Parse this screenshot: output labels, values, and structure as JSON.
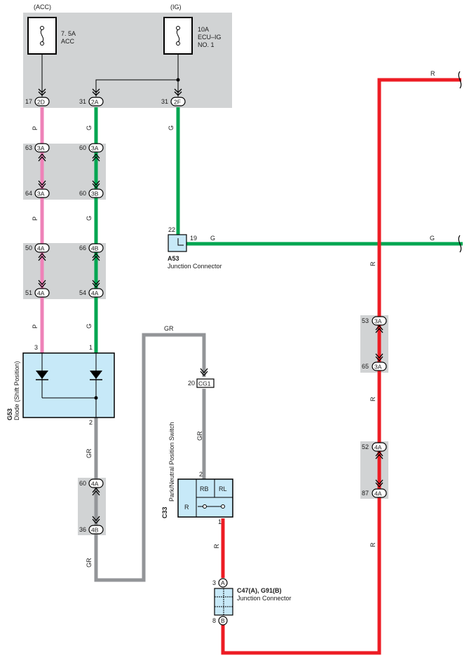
{
  "colors": {
    "wire_P": "#ee82b8",
    "wire_G": "#00a651",
    "wire_GR": "#939598",
    "wire_R": "#ed1c24",
    "gray_panel": "#d1d3d4",
    "component_fill": "#c7e9f8"
  },
  "fuse_box": {
    "acc_label": "(ACC)",
    "ig_label": "(IG)",
    "fuse_acc": {
      "rating": "7. 5A",
      "name": "ACC"
    },
    "fuse_ig": {
      "rating": "10A",
      "name": "ECU–IG",
      "name2": "NO. 1"
    }
  },
  "pins": {
    "p17": "17",
    "c2D": "2D",
    "p31a": "31",
    "c2A": "2A",
    "p31b": "31",
    "c2F": "2F",
    "p63": "63",
    "c3A_1": "3A",
    "p60a": "60",
    "c3A_2": "3A",
    "p64": "64",
    "c3A_3": "3A",
    "p60b": "60",
    "c3B": "3B",
    "p50": "50",
    "c4A_1": "4A",
    "p66": "66",
    "c4B_1": "4B",
    "p51": "51",
    "c4A_2": "4A",
    "p54": "54",
    "c4A_3": "4A",
    "p60c": "60",
    "c4A_4": "4A",
    "p36": "36",
    "c4B_2": "4B",
    "p53": "53",
    "c3A_4": "3A",
    "p65": "65",
    "c3A_5": "3A",
    "p52": "52",
    "c4A_5": "4A",
    "p87": "87",
    "c4A_6": "4A",
    "p20": "20",
    "cCG1": "CG1",
    "p22": "22",
    "p19": "19",
    "diode_pin3": "3",
    "diode_pin1": "1",
    "diode_pin2": "2",
    "sw_pin2": "2",
    "sw_pin1": "1",
    "jc_pin3": "3",
    "jc_A": "A",
    "jc_pin8": "8",
    "jc_B": "B"
  },
  "wire_colors": {
    "P": "P",
    "G": "G",
    "GR": "GR",
    "R": "R"
  },
  "components": {
    "a53": {
      "code": "A53",
      "name": "Junction Connector"
    },
    "g53": {
      "code": "G53",
      "name": "Diode (Shift Position)"
    },
    "c33": {
      "code": "C33",
      "name": "Park/Neutral Position Switch",
      "rb": "RB",
      "rl": "RL",
      "r": "R"
    },
    "c47": {
      "code": "C47(A), G91(B)",
      "name": "Junction Connector"
    }
  }
}
